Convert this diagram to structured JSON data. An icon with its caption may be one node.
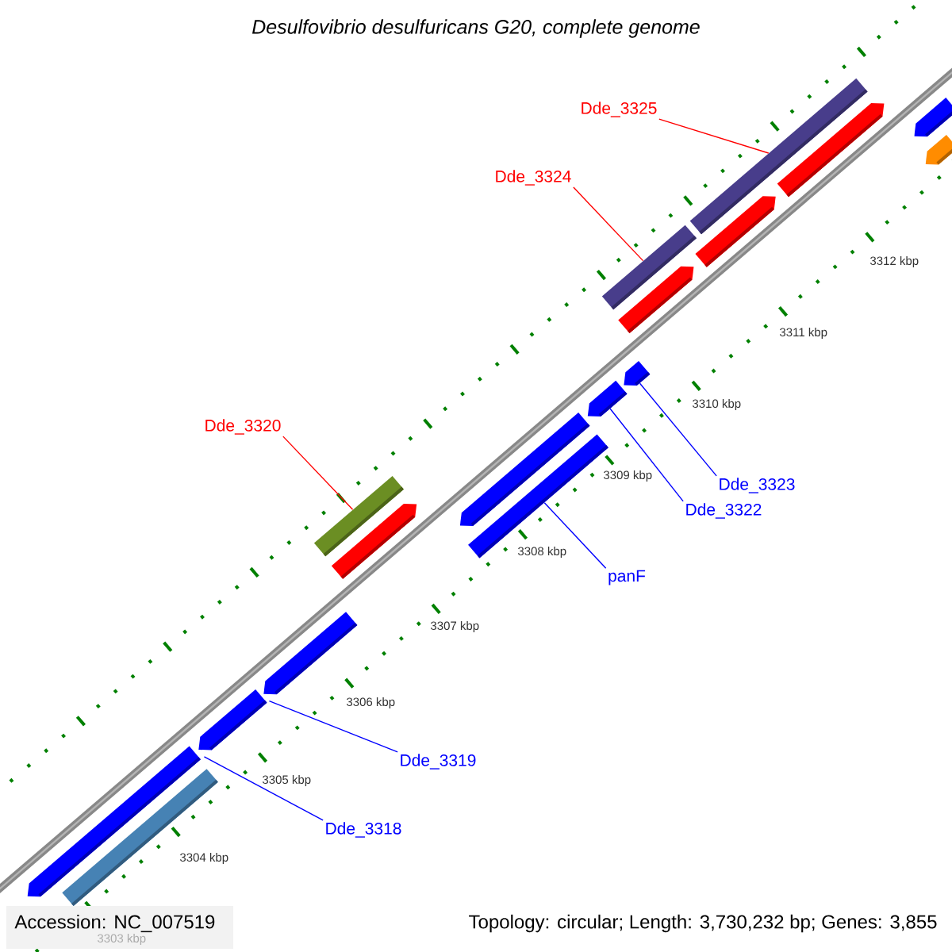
{
  "diagram": {
    "title": "Desulfovibrio desulfuricans G20, complete genome",
    "nodes": [
      {
        "text": [
          "Dde_3325"
        ]
      },
      {
        "text": [
          "Dde_3324"
        ]
      },
      {
        "text": [
          "Dde_3320"
        ]
      },
      {
        "text": [
          "Dde_3323"
        ]
      },
      {
        "text": [
          "Dde_3322"
        ]
      },
      {
        "text": [
          "panF"
        ]
      },
      {
        "text": [
          "Dde_3319"
        ]
      },
      {
        "text": [
          "Dde_3318"
        ]
      },
      {
        "text": [],
        "shape": "pentagon"
      },
      {
        "text": [],
        "shape": "bar"
      },
      {
        "text": [],
        "shape": "pentagon"
      },
      {
        "text": [],
        "shape": "pentagon"
      },
      {
        "text": [],
        "shape": "bar"
      },
      {
        "text": [],
        "shape": "pentagon"
      },
      {
        "text": [],
        "shape": "bar"
      },
      {
        "text": [],
        "shape": "pentagon"
      },
      {
        "text": [],
        "shape": "pentagon"
      },
      {
        "text": [],
        "shape": "pentagon"
      },
      {
        "text": [],
        "shape": "pentagon"
      },
      {
        "text": [],
        "shape": "bar"
      },
      {
        "text": [],
        "shape": "pentagon"
      },
      {
        "text": [],
        "shape": "bar"
      },
      {
        "text": [],
        "shape": "pentagon"
      },
      {
        "text": [],
        "shape": "pentagon"
      },
      {
        "text": [],
        "shape": "pentagon"
      }
    ],
    "edges": [
      {
        "from": 0,
        "to": 21,
        "arrow": "none",
        "color": "#ff0000"
      },
      {
        "from": 1,
        "to": 19,
        "arrow": "none",
        "color": "#ff0000"
      },
      {
        "from": 2,
        "to": 12,
        "arrow": "none",
        "color": "#ff0000"
      },
      {
        "from": 3,
        "to": 17,
        "arrow": "none"
      },
      {
        "from": 4,
        "to": 16,
        "arrow": "none"
      },
      {
        "from": 5,
        "to": 14,
        "arrow": "none"
      },
      {
        "from": 6,
        "to": 11,
        "arrow": "none"
      },
      {
        "from": 7,
        "to": 10,
        "arrow": "none"
      }
    ],
    "labels": [
      "3312 kbp",
      "3311 kbp",
      "3310 kbp",
      "3309 kbp",
      "3308 kbp",
      "3307 kbp",
      "3306 kbp",
      "3305 kbp",
      "3304 kbp",
      "3303 kbp",
      "Accession: NC_007519",
      "Topology: circular; Length: 3,730,232 bp; Genes: 3,855"
    ]
  }
}
